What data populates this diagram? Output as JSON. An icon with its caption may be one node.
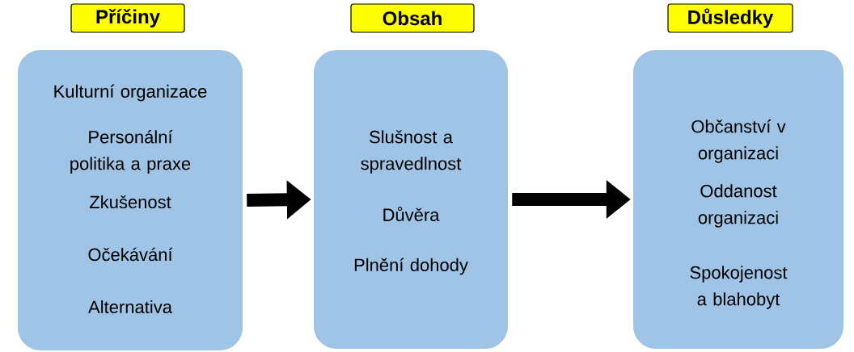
{
  "diagram": {
    "nodes": [
      {
        "text": [
          "Příčiny"
        ]
      },
      {
        "text": [
          "Kulturní organizace",
          "Personální politika a praxe",
          "Zkušenost",
          "Očekávání",
          "Alternativa"
        ]
      },
      {
        "text": [
          "Obsah"
        ]
      },
      {
        "text": [
          "Slušnost a spravedlnost",
          "Důvěra",
          "Plnění dohody"
        ]
      },
      {
        "text": [
          "Důsledky"
        ]
      },
      {
        "text": [
          "Občanství v organizaci",
          "Oddanost organizaci",
          "Spokojenost a blahobyt"
        ]
      }
    ],
    "edges": [
      {
        "from": 1,
        "to": 3,
        "arrow": "to"
      },
      {
        "from": 3,
        "to": 5,
        "arrow": "to"
      }
    ]
  }
}
